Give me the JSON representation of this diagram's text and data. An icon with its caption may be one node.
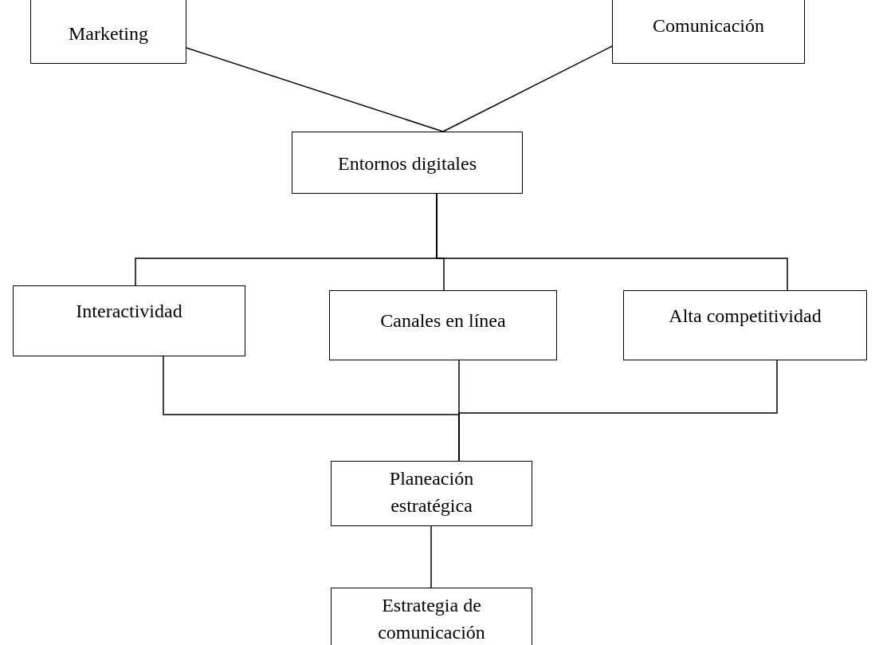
{
  "diagram": {
    "nodes": [
      {
        "text": [
          "Marketing"
        ]
      },
      {
        "text": [
          "Comunicación"
        ]
      },
      {
        "text": [
          "Entornos digitales"
        ]
      },
      {
        "text": [
          "Interactividad"
        ]
      },
      {
        "text": [
          "Canales en línea"
        ]
      },
      {
        "text": [
          "Alta competitividad"
        ]
      },
      {
        "text": [
          "Planeación estratégica"
        ]
      },
      {
        "text": [
          "Estrategia de comunicación"
        ]
      }
    ],
    "edges": [
      {
        "from": 0,
        "to": 2,
        "arrow": "none"
      },
      {
        "from": 1,
        "to": 2,
        "arrow": "none"
      },
      {
        "from": 2,
        "to": 3,
        "arrow": "none"
      },
      {
        "from": 2,
        "to": 4,
        "arrow": "none"
      },
      {
        "from": 2,
        "to": 5,
        "arrow": "none"
      },
      {
        "from": 3,
        "to": 6,
        "arrow": "none"
      },
      {
        "from": 4,
        "to": 6,
        "arrow": "none"
      },
      {
        "from": 5,
        "to": 6,
        "arrow": "none"
      },
      {
        "from": 6,
        "to": 7,
        "arrow": "none"
      }
    ]
  }
}
